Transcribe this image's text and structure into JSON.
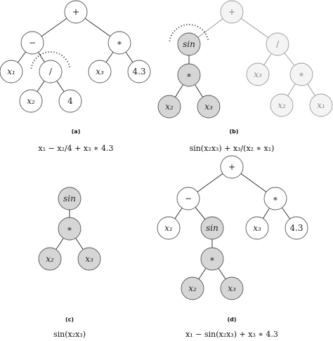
{
  "panels": [
    {
      "id": "a",
      "caption": "(a)",
      "formula": "x₁ − x₂/4 + x₃ ∗ 4.3",
      "nodes": [
        {
          "id": "a-root",
          "label": "+"
        },
        {
          "id": "a-minus",
          "label": "−"
        },
        {
          "id": "a-mul",
          "label": "∗"
        },
        {
          "id": "a-x1",
          "label": "x₁"
        },
        {
          "id": "a-div",
          "label": "/"
        },
        {
          "id": "a-x3",
          "label": "x₃"
        },
        {
          "id": "a-4.3",
          "label": "4.3"
        },
        {
          "id": "a-x2",
          "label": "x₂"
        },
        {
          "id": "a-4",
          "label": "4"
        }
      ]
    },
    {
      "id": "b",
      "caption": "(b)",
      "formula": "sin(x₂x₃) + x₃/(x₂ ∗ x₁)",
      "nodes": [
        {
          "id": "b-root",
          "label": "+"
        },
        {
          "id": "b-sin",
          "label": "sin"
        },
        {
          "id": "b-div",
          "label": "/"
        },
        {
          "id": "b-mul1",
          "label": "∗"
        },
        {
          "id": "b-x3a",
          "label": "x₃"
        },
        {
          "id": "b-mul2",
          "label": "∗"
        },
        {
          "id": "b-x2a",
          "label": "x₂"
        },
        {
          "id": "b-x3b",
          "label": "x₃"
        },
        {
          "id": "b-x2b",
          "label": "x₂"
        },
        {
          "id": "b-x1",
          "label": "x₁"
        }
      ]
    },
    {
      "id": "c",
      "caption": "(c)",
      "formula": "sin(x₂x₃)",
      "nodes": [
        {
          "id": "c-sin",
          "label": "sin"
        },
        {
          "id": "c-mul",
          "label": "∗"
        },
        {
          "id": "c-x2",
          "label": "x₂"
        },
        {
          "id": "c-x3",
          "label": "x₃"
        }
      ]
    },
    {
      "id": "d",
      "caption": "(d)",
      "formula": "x₁ − sin(x₂x₃) + x₃ ∗ 4.3",
      "nodes": [
        {
          "id": "d-root",
          "label": "+"
        },
        {
          "id": "d-minus",
          "label": "−"
        },
        {
          "id": "d-mul",
          "label": "∗"
        },
        {
          "id": "d-x1",
          "label": "x₁"
        },
        {
          "id": "d-sin",
          "label": "sin"
        },
        {
          "id": "d-x3",
          "label": "x₃"
        },
        {
          "id": "d-4.3",
          "label": "4.3"
        },
        {
          "id": "d-mul2",
          "label": "∗"
        },
        {
          "id": "d-x2",
          "label": "x₂"
        },
        {
          "id": "d-x3b",
          "label": "x₃"
        }
      ]
    }
  ]
}
